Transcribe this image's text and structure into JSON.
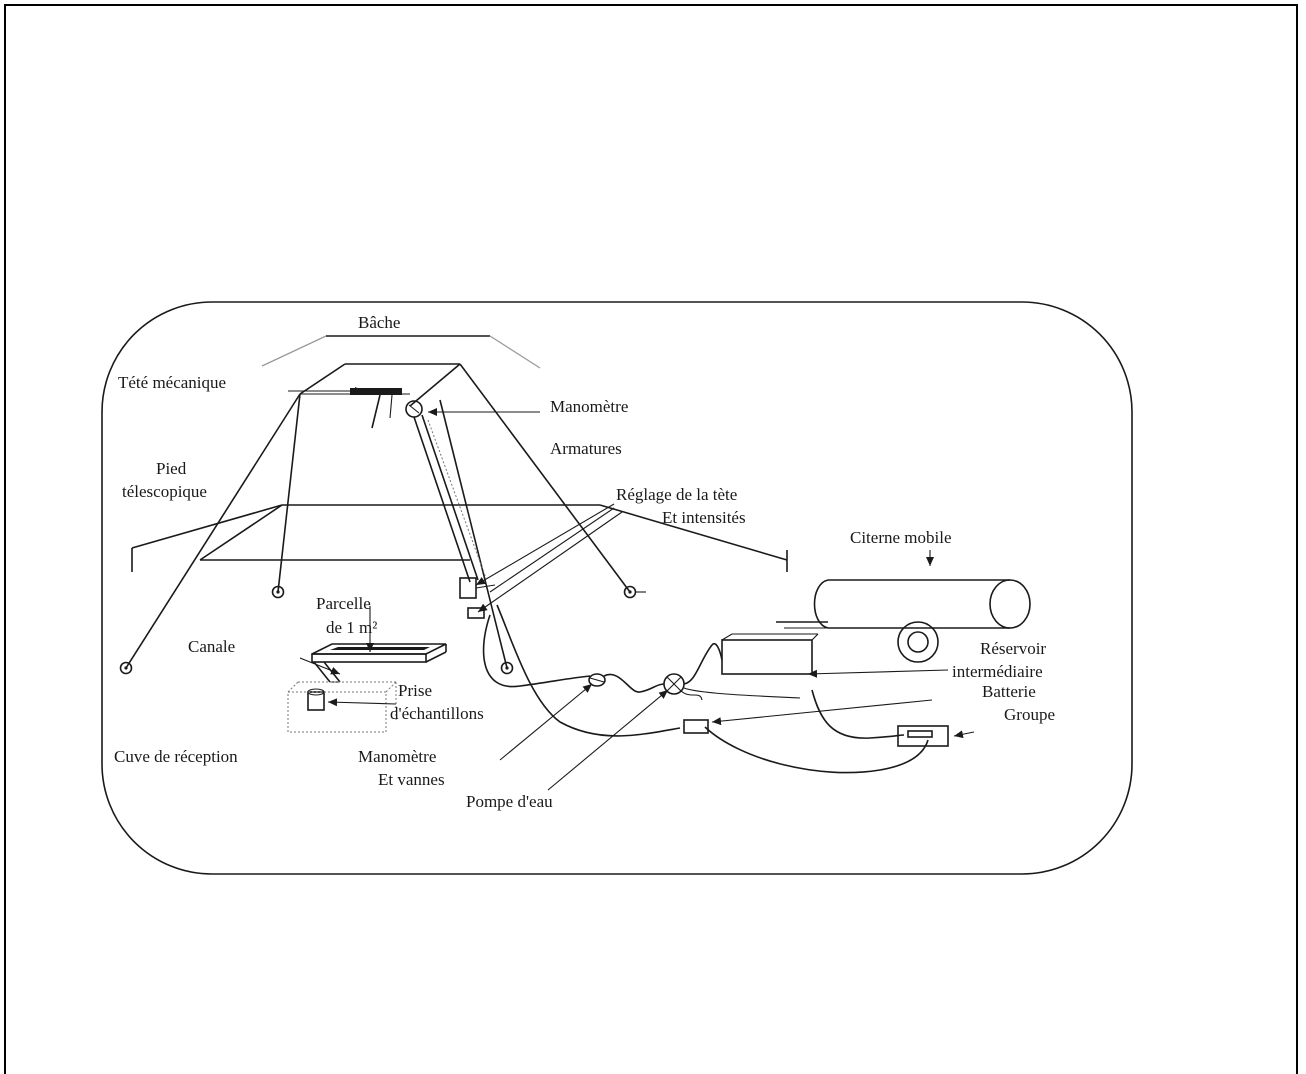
{
  "diagram": {
    "labels": {
      "bache": "Bâche",
      "tete": "Tété mécanique",
      "manometre_top": "Manomètre",
      "armatures": "Armatures",
      "pied_1": "Pied",
      "pied_2": "télescopique",
      "reglage_1": "Réglage de la tète",
      "reglage_2": "Et intensités",
      "citerne": "Citerne mobile",
      "parcelle_1": "Parcelle",
      "parcelle_2": "de 1 m²",
      "canale": "Canale",
      "prise_1": "Prise",
      "prise_2": "d'échantillons",
      "cuve": "Cuve de réception",
      "manometre_v_1": "Manomètre",
      "manometre_v_2": "Et vannes",
      "pompe": "Pompe d'eau",
      "reservoir_1": "Réservoir",
      "reservoir_2": "intermédiaire",
      "batterie": "Batterie",
      "groupe": "Groupe"
    }
  }
}
